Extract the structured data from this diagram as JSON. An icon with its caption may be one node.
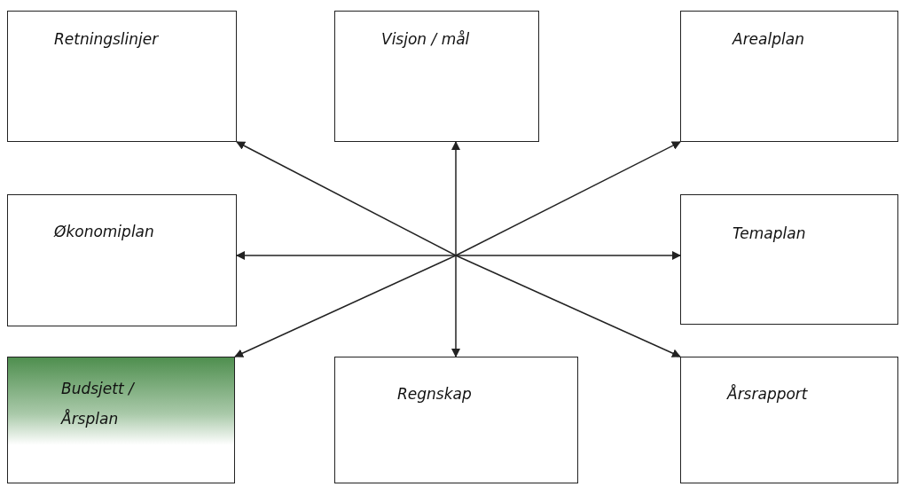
{
  "diagram": {
    "nodes": [
      {
        "text": [
          "Retningslinjer"
        ]
      },
      {
        "text": [
          "Visjon / mål"
        ]
      },
      {
        "text": [
          "Arealplan"
        ]
      },
      {
        "text": [
          "Økonomiplan"
        ]
      },
      {
        "text": [
          "Temaplan"
        ]
      },
      {
        "text": [
          "Budsjett / Årsplan"
        ]
      },
      {
        "text": [
          "Regnskap"
        ]
      },
      {
        "text": [
          "Årsrapport"
        ]
      }
    ],
    "edges": [
      {
        "from": null,
        "to": 0,
        "arrow": "to"
      },
      {
        "from": null,
        "to": 1,
        "arrow": "to"
      },
      {
        "from": null,
        "to": 2,
        "arrow": "to"
      },
      {
        "from": null,
        "to": 3,
        "arrow": "to"
      },
      {
        "from": null,
        "to": 4,
        "arrow": "to"
      },
      {
        "from": null,
        "to": 5,
        "arrow": "to"
      },
      {
        "from": null,
        "to": 6,
        "arrow": "to"
      },
      {
        "from": null,
        "to": 7,
        "arrow": "to"
      }
    ]
  }
}
